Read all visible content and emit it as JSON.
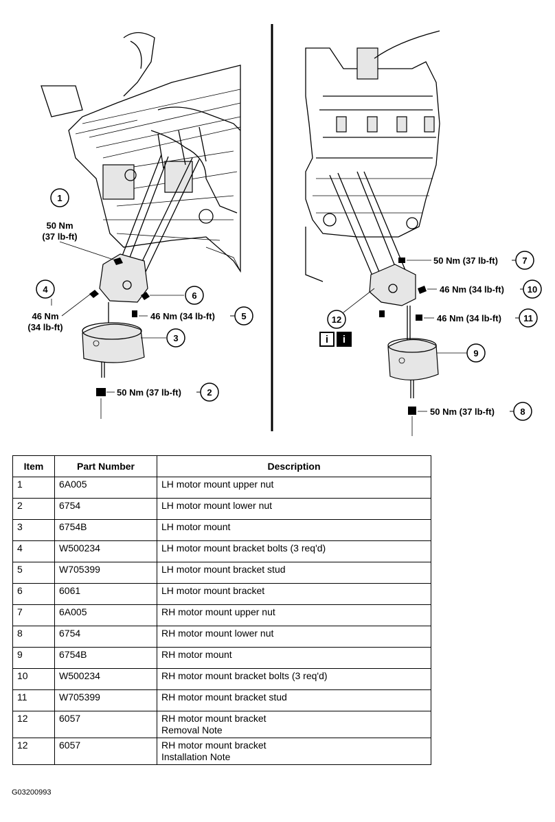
{
  "callouts": [
    {
      "num": "1",
      "label_line1": "50 Nm",
      "label_line2": "(37 lb-ft)"
    },
    {
      "num": "2",
      "label": "50 Nm (37 lb-ft)"
    },
    {
      "num": "3",
      "label": ""
    },
    {
      "num": "4",
      "label_line1": "46 Nm",
      "label_line2": "(34 lb-ft)"
    },
    {
      "num": "5",
      "label": "46 Nm (34 lb-ft)"
    },
    {
      "num": "6",
      "label": ""
    },
    {
      "num": "7",
      "label": "50 Nm (37 lb-ft)"
    },
    {
      "num": "8",
      "label": "50 Nm (37 lb-ft)"
    },
    {
      "num": "9",
      "label": ""
    },
    {
      "num": "10",
      "label": "46 Nm (34 lb-ft)"
    },
    {
      "num": "11",
      "label": "46 Nm (34 lb-ft)"
    },
    {
      "num": "12",
      "label": ""
    }
  ],
  "info_icons": [
    "i",
    "i"
  ],
  "table": {
    "headers": [
      "Item",
      "Part Number",
      "Description"
    ],
    "rows": [
      {
        "item": "1",
        "part": "6A005",
        "desc": [
          "LH motor mount upper nut"
        ]
      },
      {
        "item": "2",
        "part": "6754",
        "desc": [
          "LH motor mount lower nut"
        ]
      },
      {
        "item": "3",
        "part": "6754B",
        "desc": [
          "LH motor mount"
        ]
      },
      {
        "item": "4",
        "part": "W500234",
        "desc": [
          "LH motor mount bracket bolts (3 req'd)"
        ]
      },
      {
        "item": "5",
        "part": "W705399",
        "desc": [
          "LH motor mount bracket stud"
        ]
      },
      {
        "item": "6",
        "part": "6061",
        "desc": [
          "LH motor mount bracket"
        ]
      },
      {
        "item": "7",
        "part": "6A005",
        "desc": [
          "RH motor mount upper nut"
        ]
      },
      {
        "item": "8",
        "part": "6754",
        "desc": [
          "RH motor mount lower nut"
        ]
      },
      {
        "item": "9",
        "part": "6754B",
        "desc": [
          "RH motor mount"
        ]
      },
      {
        "item": "10",
        "part": "W500234",
        "desc": [
          "RH motor mount bracket bolts (3 req'd)"
        ]
      },
      {
        "item": "11",
        "part": "W705399",
        "desc": [
          "RH motor mount bracket stud"
        ]
      },
      {
        "item": "12",
        "part": "6057",
        "desc": [
          "RH motor mount bracket",
          "Removal Note"
        ]
      },
      {
        "item": "12",
        "part": "6057",
        "desc": [
          "RH motor mount bracket",
          "Installation Note"
        ]
      }
    ]
  },
  "figure_code": "G03200993"
}
